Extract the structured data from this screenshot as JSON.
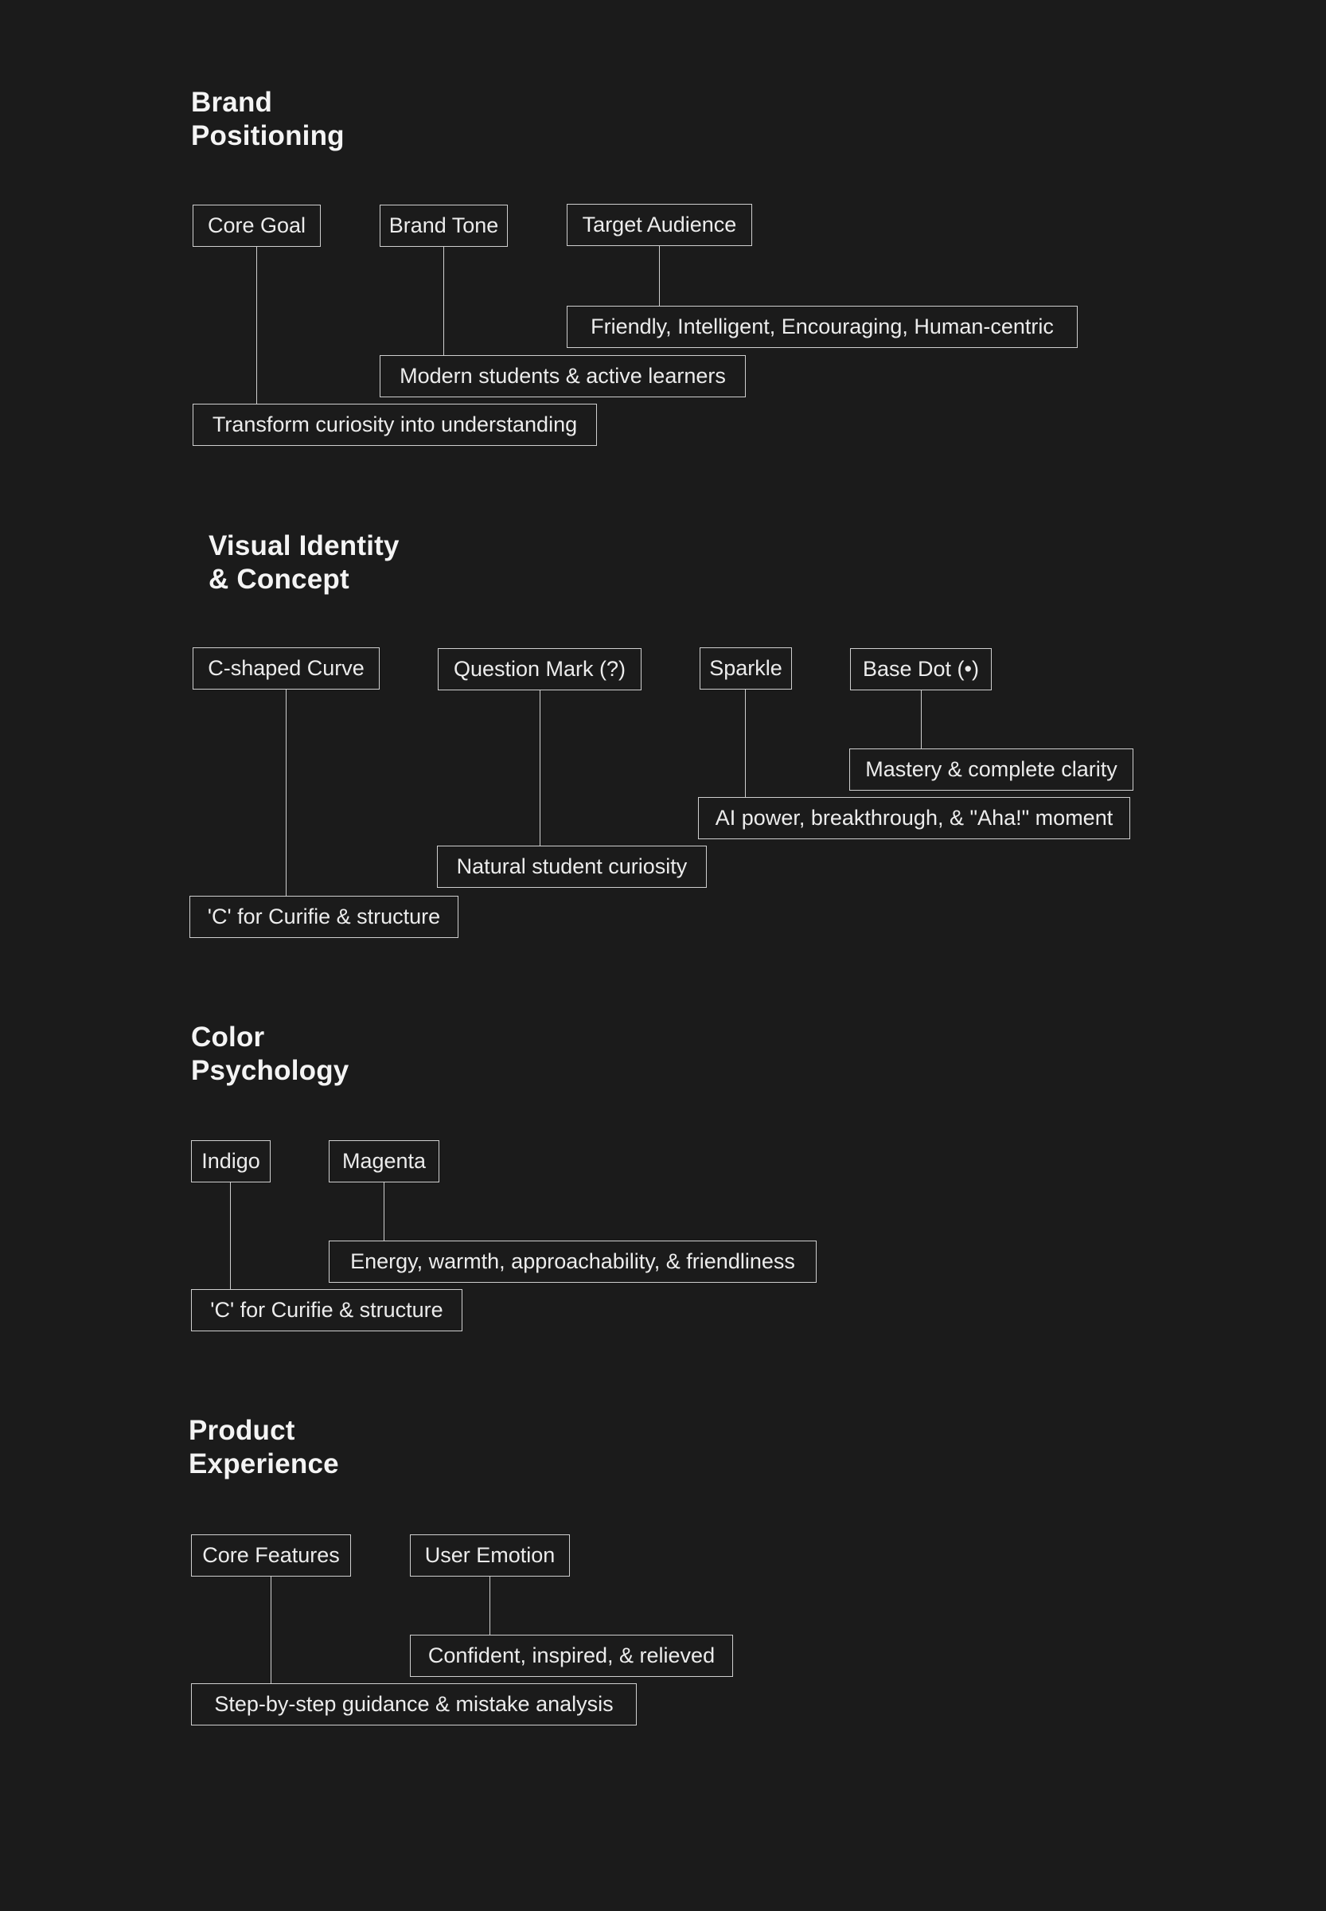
{
  "sections": [
    {
      "title": [
        "Brand",
        "Positioning"
      ],
      "headers": [
        "Core Goal",
        "Brand Tone",
        "Target Audience"
      ],
      "details": [
        "Transform curiosity into understanding",
        "Modern students & active learners",
        "Friendly, Intelligent, Encouraging, Human-centric"
      ]
    },
    {
      "title": [
        "Visual Identity",
        "& Concept"
      ],
      "headers": [
        "C-shaped Curve",
        "Question Mark (?)",
        "Sparkle",
        "Base Dot (•)"
      ],
      "details": [
        "'C' for Curifie & structure",
        "Natural student curiosity",
        "AI power, breakthrough, & \"Aha!\" moment",
        "Mastery & complete clarity"
      ]
    },
    {
      "title": [
        "Color",
        "Psychology"
      ],
      "headers": [
        "Indigo",
        "Magenta"
      ],
      "details": [
        "'C' for Curifie & structure",
        "Energy, warmth, approachability, & friendliness"
      ]
    },
    {
      "title": [
        "Product",
        "Experience"
      ],
      "headers": [
        "Core Features",
        "User Emotion"
      ],
      "details": [
        "Step-by-step guidance & mistake analysis",
        "Confident, inspired, & relieved"
      ]
    }
  ]
}
